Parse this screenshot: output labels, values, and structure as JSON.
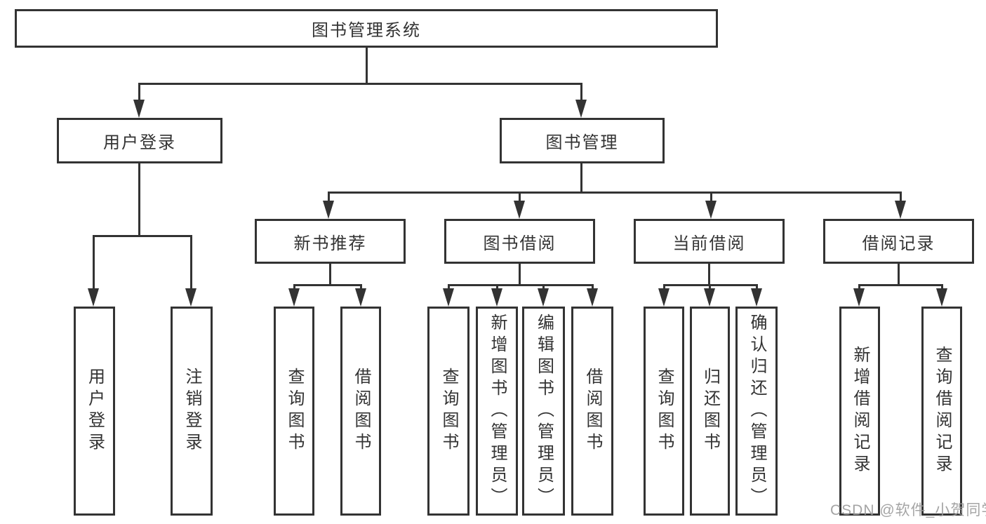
{
  "diagram_title": "图书管理系统",
  "tree": {
    "label": "图书管理系统",
    "children": [
      {
        "label": "用户登录",
        "children": [
          {
            "label": "用户登录"
          },
          {
            "label": "注销登录"
          }
        ]
      },
      {
        "label": "图书管理",
        "children": [
          {
            "label": "新书推荐",
            "children": [
              {
                "label": "查询图书"
              },
              {
                "label": "借阅图书"
              }
            ]
          },
          {
            "label": "图书借阅",
            "children": [
              {
                "label": "查询图书"
              },
              {
                "label": "新增图书（管理员）"
              },
              {
                "label": "编辑图书（管理员）"
              },
              {
                "label": "借阅图书"
              }
            ]
          },
          {
            "label": "当前借阅",
            "children": [
              {
                "label": "查询图书"
              },
              {
                "label": "归还图书"
              },
              {
                "label": "确认归还（管理员）"
              }
            ]
          },
          {
            "label": "借阅记录",
            "children": [
              {
                "label": "新增借阅记录"
              },
              {
                "label": "查询借阅记录"
              }
            ]
          }
        ]
      }
    ]
  },
  "watermark": {
    "text": "CSDN @软件_小贺同学"
  },
  "colors": {
    "line": "#333333",
    "text": "#333333",
    "watermark": "#9b9b9b",
    "background": "#ffffff"
  }
}
